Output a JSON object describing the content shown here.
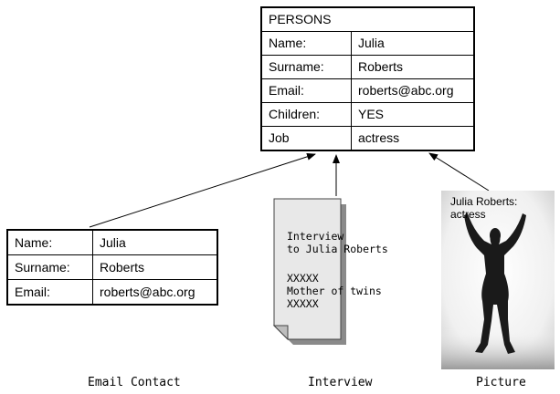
{
  "persons": {
    "title": "PERSONS",
    "rows": [
      {
        "label": "Name:",
        "value": "Julia"
      },
      {
        "label": "Surname:",
        "value": "Roberts"
      },
      {
        "label": "Email:",
        "value": "roberts@abc.org"
      },
      {
        "label": "Children:",
        "value": "YES"
      },
      {
        "label": "Job",
        "value": "actress"
      }
    ]
  },
  "email_contact": {
    "rows": [
      {
        "label": "Name:",
        "value": "Julia"
      },
      {
        "label": "Surname:",
        "value": "Roberts"
      },
      {
        "label": "Email:",
        "value": "roberts@abc.org"
      }
    ],
    "caption": "Email Contact"
  },
  "interview": {
    "lines": [
      "Interview",
      "to Julia Roberts",
      "",
      "XXXXX",
      "Mother of twins",
      "XXXXX"
    ],
    "caption": "Interview"
  },
  "picture": {
    "label_line1": "Julia Roberts:",
    "label_line2": "actress",
    "caption": "Picture"
  }
}
